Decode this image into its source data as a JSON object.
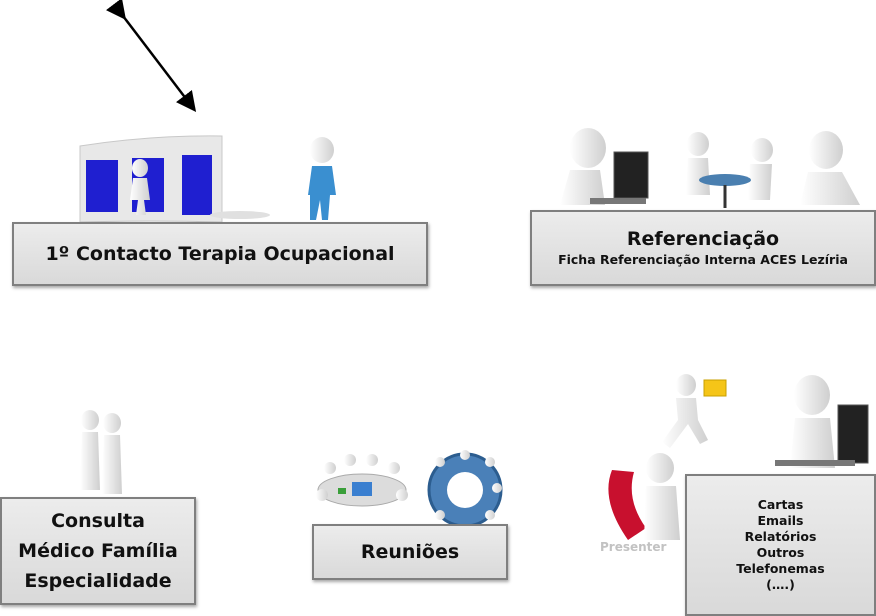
{
  "boxes": {
    "first_contact": "1º Contacto Terapia Ocupacional",
    "referral_title": "Referenciação",
    "referral_subtitle": "Ficha Referenciação Interna ACES Lezíria",
    "consult_lines": [
      "Consulta",
      "Médico Família",
      "Especialidade"
    ],
    "meetings": "Reuniões",
    "other_lines": [
      "Cartas",
      "Emails",
      "Relatórios",
      "Outros",
      "Telefonemas",
      "(….)"
    ]
  },
  "watermark": "Presenter",
  "colors": {
    "box_fill": "#d9d9d9",
    "box_border": "#7f7f7f",
    "door_blue": "#1f1fd0",
    "figure_white": "#f2f2f2",
    "nurse_blue": "#3a8fd0",
    "phone_red": "#c8102e",
    "envelope_yellow": "#f5c518"
  },
  "icons": [
    "double-arrow-icon",
    "doors-figure-icon",
    "nurse-figure-icon",
    "computer-figure-icon",
    "meeting-table-figure-icon",
    "thinking-figure-icon",
    "couple-figures-icon",
    "round-table-meeting-icon",
    "gear-team-icon",
    "running-mail-figure-icon",
    "phone-figure-icon",
    "laptop-figure-icon"
  ]
}
